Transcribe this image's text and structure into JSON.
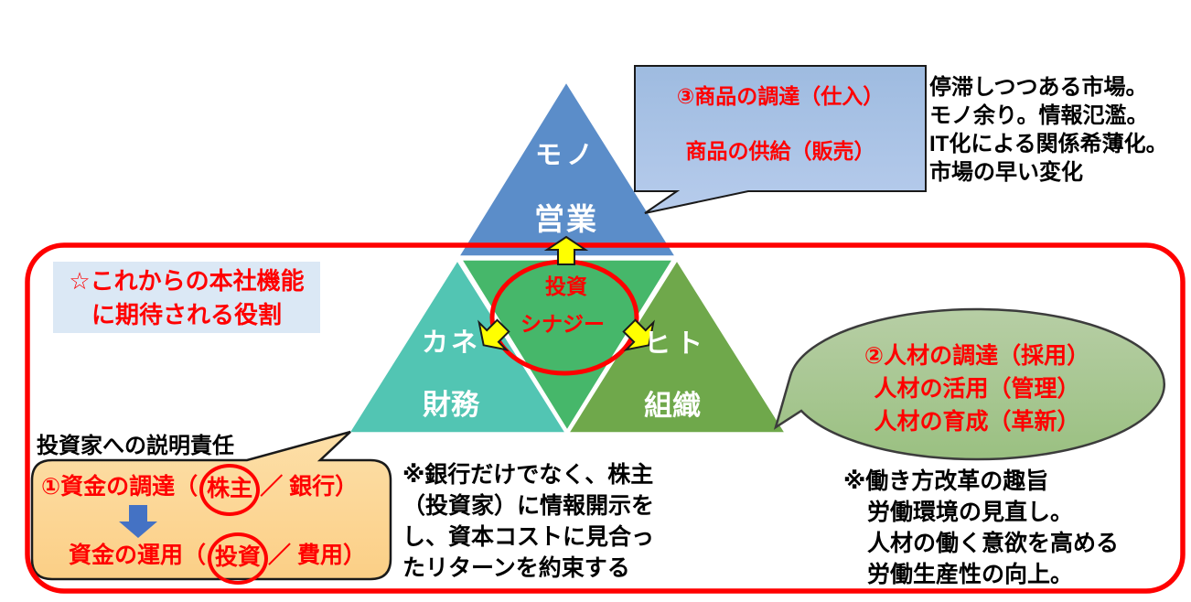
{
  "colors": {
    "frame_red": "#FF0000",
    "triangle_blue": "#5B8DC9",
    "triangle_teal": "#52C5B3",
    "triangle_center_green": "#46B76A",
    "triangle_olive": "#6FA84B",
    "bubble_blue": "#A6C1E4",
    "bubble_green": "#A9C795",
    "bubble_orange": "#FBD392",
    "label_bg_blue": "#DBE8F5",
    "arrow_yellow": "#FFFF00",
    "arrow_blue": "#4472C4",
    "text_red": "#FF0000",
    "text_white": "#FFFFFF",
    "text_black": "#000000"
  },
  "pyramid": {
    "top": {
      "label1": "モノ",
      "label2": "営業"
    },
    "left": {
      "label1": "カネ",
      "label2": "財務"
    },
    "right": {
      "label1": "ヒト",
      "label2": "組織"
    },
    "center": {
      "label1": "投資",
      "label2": "シナジー"
    }
  },
  "header_note": {
    "lines": [
      "停滞しつつある市場。",
      "モノ余り。情報氾濫。",
      "IT化による関係希薄化。",
      "市場の早い変化"
    ]
  },
  "role_label": {
    "line1": "☆これからの本社機能",
    "line2": "に期待される役割"
  },
  "bubble_goods": {
    "line1": "③商品の調達（仕入）",
    "line2": "商品の供給（販売）"
  },
  "bubble_hr": {
    "lines": [
      "②人材の調達（採用）",
      "人材の活用（管理）",
      "人材の育成（革新）"
    ]
  },
  "accountability_label": "投資家への説明責任",
  "bubble_finance": {
    "row1_pre": "①資金の調達（",
    "row1_circled": "株主",
    "row1_post": "／ 銀行）",
    "row2_pre": "資金の運用（",
    "row2_circled": "投資",
    "row2_post": "／ 費用）"
  },
  "note_finance": {
    "lines": [
      "※銀行だけでなく、株主",
      "（投資家）に情報開示を",
      "し、資本コストに見合っ",
      "たリターンを約束する"
    ]
  },
  "note_hr": {
    "lines": [
      "※働き方改革の趣旨",
      "労働環境の見直し。",
      "人材の働く意欲を高める",
      "労働生産性の向上。"
    ]
  }
}
